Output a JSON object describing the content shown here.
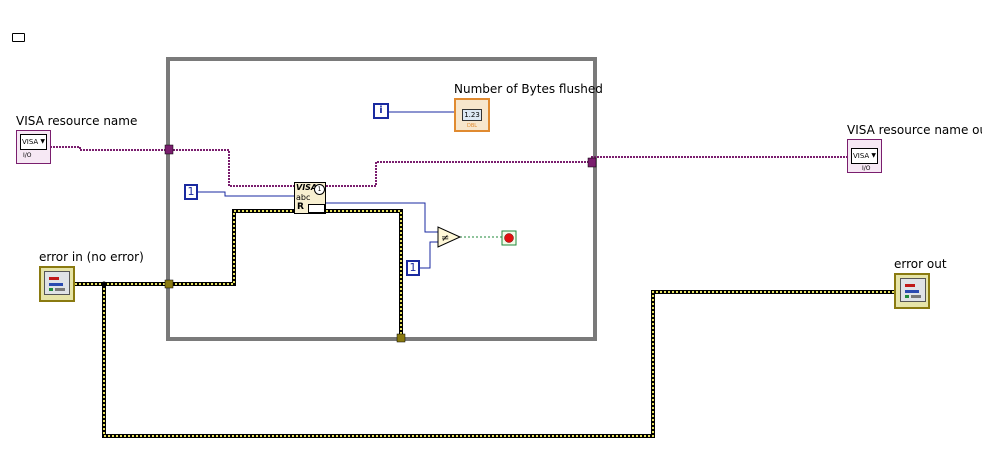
{
  "labels": {
    "visa_in": "VISA resource name",
    "visa_out": "VISA resource name out",
    "error_in": "error in (no error)",
    "error_out": "error out",
    "bytes_flushed": "Number of Bytes flushed"
  },
  "terminals": {
    "visa_icon_text": "VISA",
    "visa_io_text": "I/O",
    "numeric_display": "1.23",
    "numeric_type": "DBL",
    "iteration": "i",
    "const_top": "1",
    "const_bottom": "1"
  },
  "node": {
    "visa_text": "VISA",
    "abc_text": "abc",
    "r_text": "R"
  },
  "colors": {
    "visa_wire": "#7a1e6e",
    "error_wire": "#9a8c1a",
    "numeric_wire": "#1a2aa0",
    "bool_wire": "#1f8a3a",
    "loop_frame": "#7a7a7a",
    "stop_red": "#e01010"
  }
}
